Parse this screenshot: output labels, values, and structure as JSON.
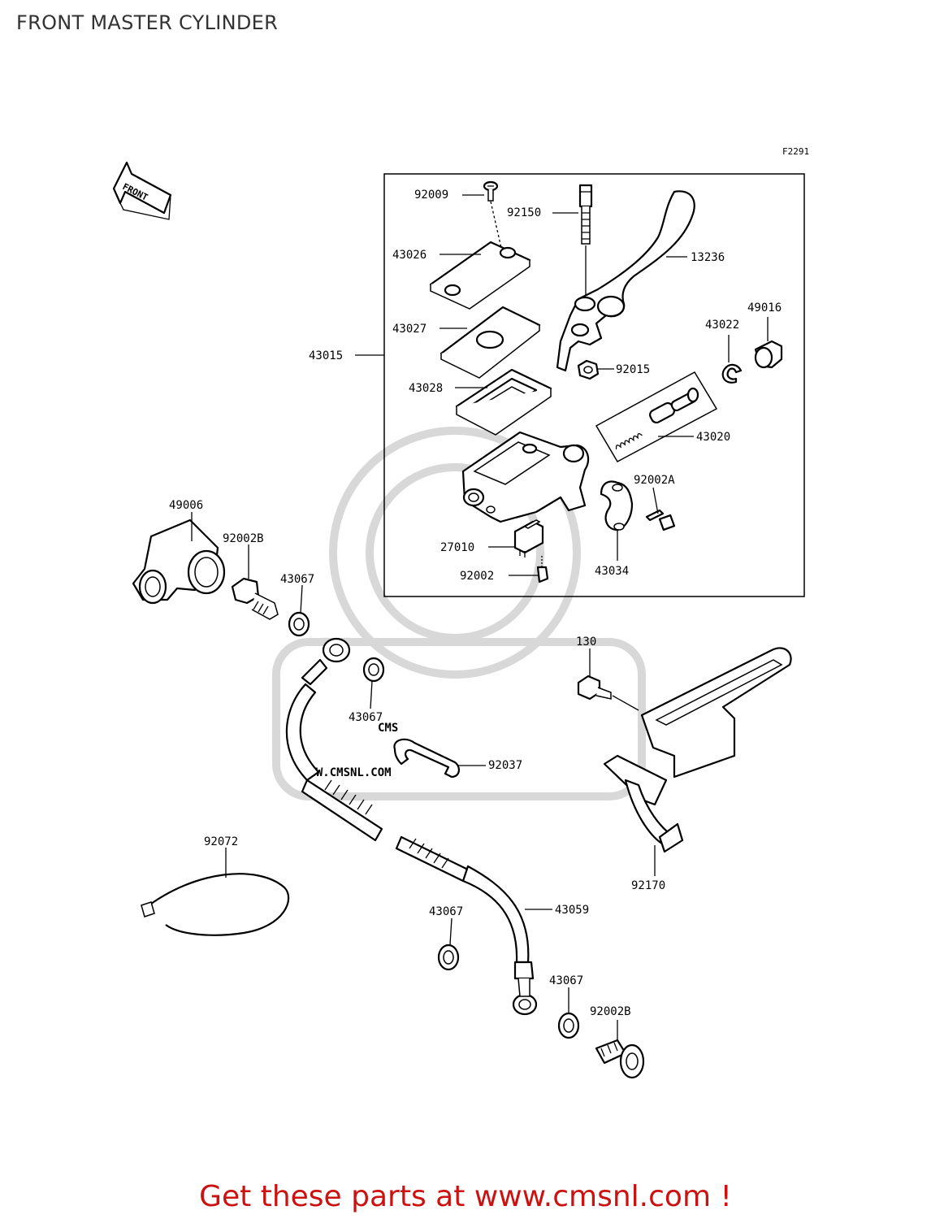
{
  "title": "FRONT MASTER CYLINDER",
  "diagram_code": "F2291",
  "front_arrow_label": "FRONT",
  "watermark": {
    "brand": "CMS",
    "url": "WWW.CMSNL.COM"
  },
  "callouts": {
    "c92009": "92009",
    "c92150": "92150",
    "c13236": "13236",
    "c43026": "43026",
    "c43027": "43027",
    "c43015": "43015",
    "c43022": "43022",
    "c49016": "49016",
    "c92015": "92015",
    "c43028": "43028",
    "c43020": "43020",
    "c92002A": "92002A",
    "c49006": "49006",
    "c92002B_a": "92002B",
    "c27010": "27010",
    "c92002": "92002",
    "c43034": "43034",
    "c43067_a": "43067",
    "c130": "130",
    "c43067_b": "43067",
    "c92037": "92037",
    "c92072": "92072",
    "c92170": "92170",
    "c43067_c": "43067",
    "c43059": "43059",
    "c43067_d": "43067",
    "c92002B_b": "92002B"
  },
  "footer": "Get these parts at www.cmsnl.com !",
  "colors": {
    "footer": "#cc1111",
    "title": "#333333",
    "watermark": "#d8d8d8"
  }
}
